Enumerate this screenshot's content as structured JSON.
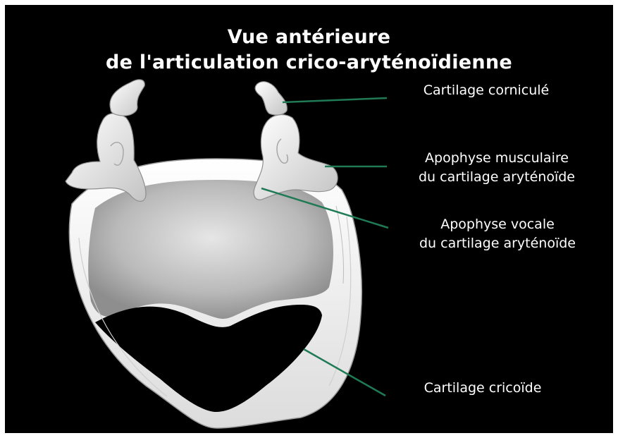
{
  "title": {
    "line1": "Vue antérieure",
    "line2": "de l'articulation crico-aryténoïdienne"
  },
  "labels": {
    "corniculate": "Cartilage corniculé",
    "muscular_line1": "Apophyse musculaire",
    "muscular_line2": "du cartilage aryténoïde",
    "vocal_line1": "Apophyse vocale",
    "vocal_line2": "du cartilage aryténoïde",
    "cricoid": "Cartilage cricoïde"
  },
  "colors": {
    "background": "#000000",
    "text": "#ffffff",
    "leader_line": "#1f7a55",
    "cartilage": "#f4f4f4"
  }
}
